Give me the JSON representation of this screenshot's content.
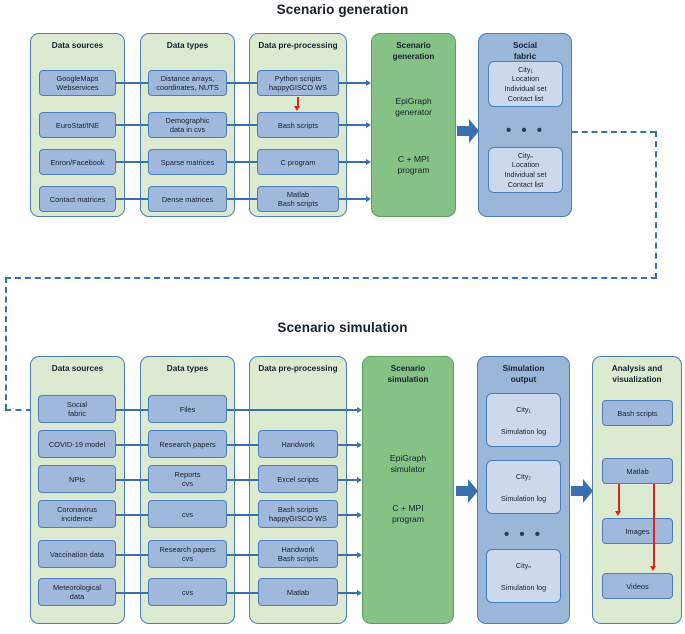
{
  "figure": {
    "type": "workflow-diagram",
    "sections": [
      {
        "title": "Scenario generation",
        "columns": [
          {
            "header": "Data sources",
            "style": "green",
            "items": [
              "GoogleMaps\nWebservices",
              "EuroStat/INE",
              "Enron/Facebook",
              "Contact matrices"
            ]
          },
          {
            "header": "Data types",
            "style": "green",
            "items": [
              "Distance arrays,\ncoordinates, NUTS",
              "Demographic\ndata in cvs",
              "Sparse matrices",
              "Dense matrices"
            ]
          },
          {
            "header": "Data pre-processing",
            "style": "green",
            "items": [
              "Python scripts\nhappyGISCO WS",
              "Bash scripts",
              "C program",
              "Matlab\nBash scripts"
            ]
          },
          {
            "header": "Scenario\ngeneration",
            "style": "darkgreen",
            "body_top": "EpiGraph\ngenerator",
            "body_bottom": "C + MPI\nprogram"
          },
          {
            "header": "Social\nfabric",
            "style": "blue",
            "items": [
              "City₁\nLocation\nIndividual set\nContact list",
              "Cityₙ\nLocation\nIndividual set\nContact list"
            ],
            "ellipsis": "• • •"
          }
        ]
      },
      {
        "title": "Scenario simulation",
        "columns": [
          {
            "header": "Data sources",
            "style": "green",
            "items": [
              "Social\nfabric",
              "COVID-19 model",
              "NPIs",
              "Coronavirus\nincidence",
              "Vaccination data",
              "Meteorological\ndata"
            ]
          },
          {
            "header": "Data types",
            "style": "green",
            "items": [
              "Files",
              "Research papers",
              "Reports\ncvs",
              "cvs",
              "Research papers\ncvs",
              "cvs"
            ]
          },
          {
            "header": "Data pre-processing",
            "style": "green",
            "items": [
              "",
              "Handwork",
              "Excel scripts",
              "Bash scripts\nhappyGISCO WS",
              "Handwork\nBash scripts",
              "Matlab"
            ]
          },
          {
            "header": "Scenario\nsimulation",
            "style": "darkgreen",
            "body_top": "EpiGraph\nsimulator",
            "body_bottom": "C + MPI\nprogram"
          },
          {
            "header": "Simulation\noutput",
            "style": "blue",
            "items": [
              "City₁\n\nSimulation log",
              "City₂\n\nSimulation log",
              "Cityₙ\n\nSimulation log"
            ],
            "ellipsis": "• • •"
          },
          {
            "header": "Analysis and\nvisualization",
            "style": "green",
            "items": [
              "Bash scripts",
              "Matlab",
              "Images",
              "Videos"
            ]
          }
        ]
      }
    ],
    "colors": {
      "column_green": "#dcead1",
      "process_green": "#86c186",
      "column_blue": "#9ab6d9",
      "node_blue": "#9fb8db",
      "node_light_blue": "#ccd9ed",
      "connector_blue": "#3b6fad",
      "red_arrow": "#e2231a"
    }
  }
}
